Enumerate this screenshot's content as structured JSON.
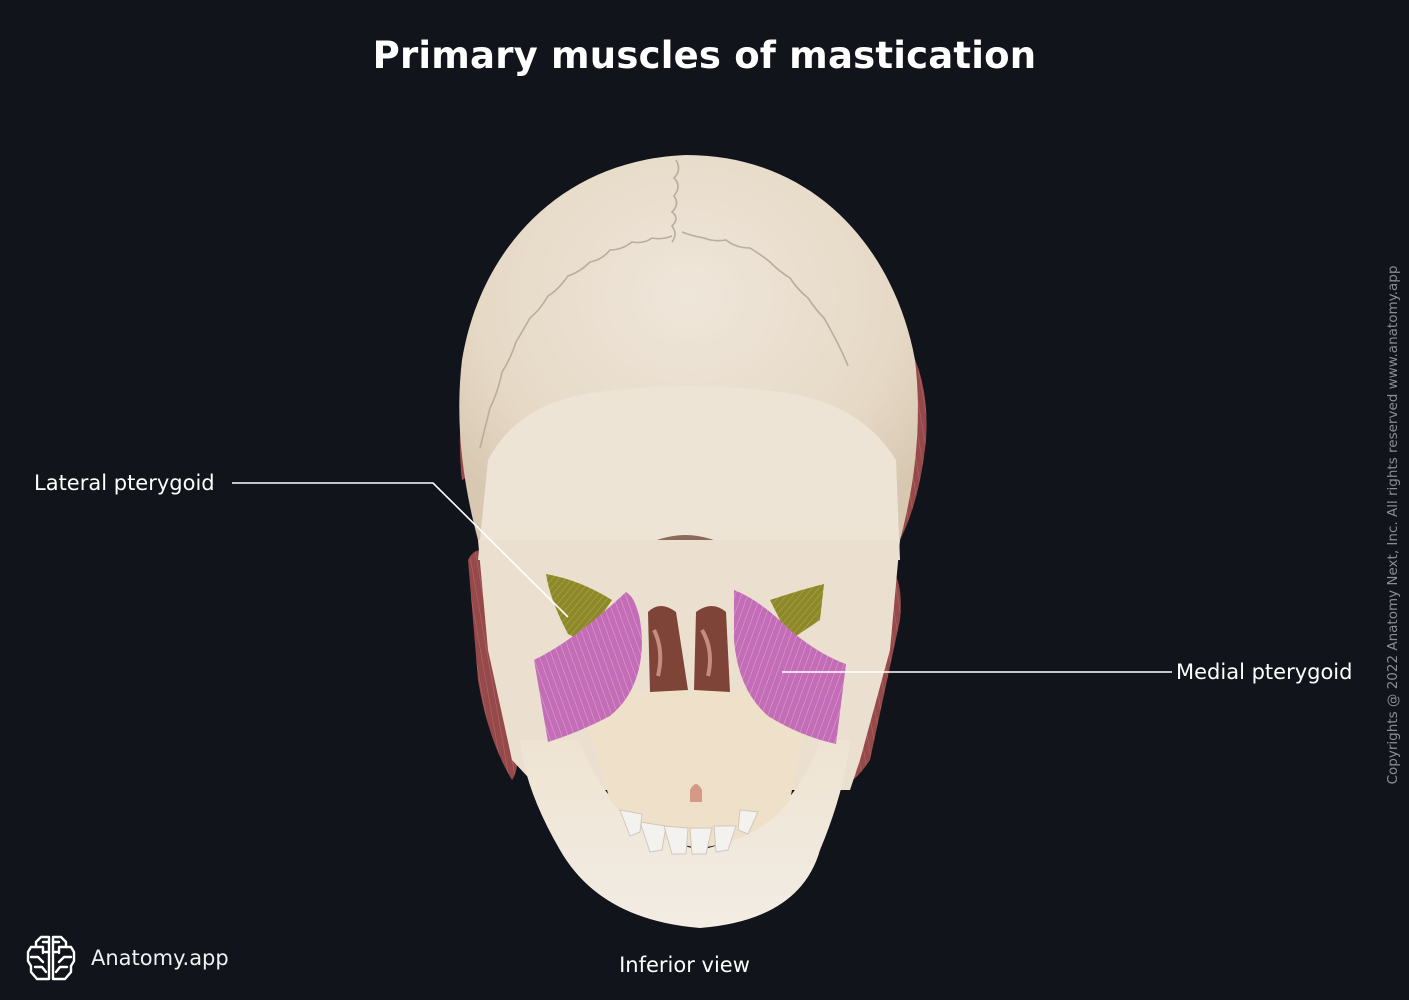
{
  "header": {
    "title": "Primary muscles of mastication"
  },
  "labels": {
    "lateral_pterygoid": "Lateral pterygoid",
    "medial_pterygoid": "Medial pterygoid"
  },
  "view_caption": "Inferior view",
  "copyright": "Copyrights @ 2022 Anatomy Next, Inc. All rights reserved www.anatomy.app",
  "brand": {
    "name": "Anatomy.app",
    "icon": "brain-icon"
  },
  "colors": {
    "background": "#11141a",
    "bone": "#ede3d6",
    "lateral_pterygoid": "#8f8a2c",
    "medial_pterygoid": "#c56fb8",
    "masseter": "#9a4a48",
    "leader_line": "#ffffff"
  }
}
